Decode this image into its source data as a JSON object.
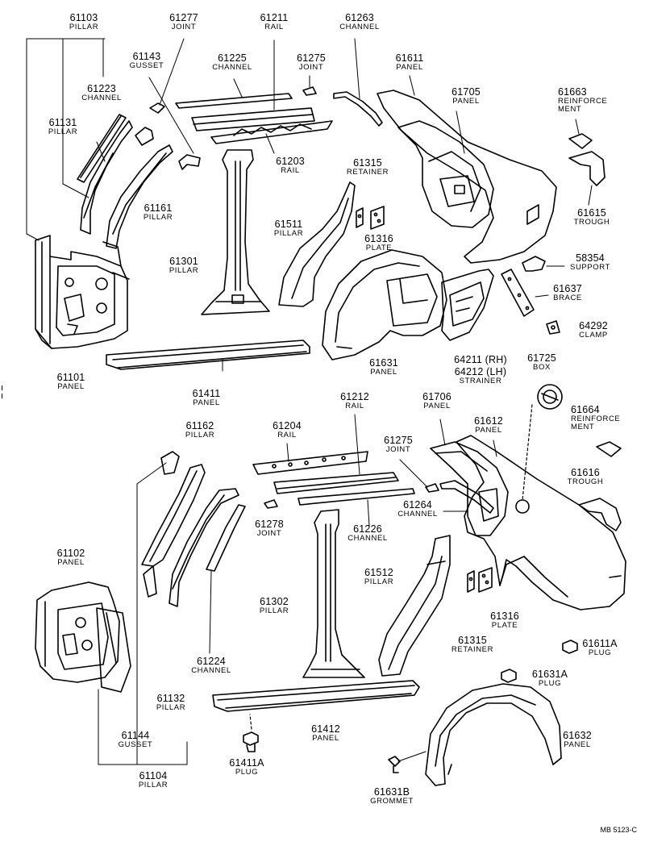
{
  "diagram_ref": "MB 5123-C",
  "callouts": [
    {
      "id": "61103",
      "number": "61103",
      "name": "PILLAR"
    },
    {
      "id": "61277",
      "number": "61277",
      "name": "JOINT"
    },
    {
      "id": "61211",
      "number": "61211",
      "name": "RAIL"
    },
    {
      "id": "61263",
      "number": "61263",
      "name": "CHANNEL"
    },
    {
      "id": "61143",
      "number": "61143",
      "name": "GUSSET"
    },
    {
      "id": "61225",
      "number": "61225",
      "name": "CHANNEL"
    },
    {
      "id": "61275a",
      "number": "61275",
      "name": "JOINT"
    },
    {
      "id": "61611",
      "number": "61611",
      "name": "PANEL"
    },
    {
      "id": "61223",
      "number": "61223",
      "name": "CHANNEL"
    },
    {
      "id": "61705",
      "number": "61705",
      "name": "PANEL"
    },
    {
      "id": "61663",
      "number": "61663",
      "name": "REINFORCE MENT"
    },
    {
      "id": "61131",
      "number": "61131",
      "name": "PILLAR"
    },
    {
      "id": "61203",
      "number": "61203",
      "name": "RAIL"
    },
    {
      "id": "61315a",
      "number": "61315",
      "name": "RETAINER"
    },
    {
      "id": "61161",
      "number": "61161",
      "name": "PILLAR"
    },
    {
      "id": "61615",
      "number": "61615",
      "name": "TROUGH"
    },
    {
      "id": "61511",
      "number": "61511",
      "name": "PILLAR"
    },
    {
      "id": "61316a",
      "number": "61316",
      "name": "PLATE"
    },
    {
      "id": "58354",
      "number": "58354",
      "name": "SUPPORT"
    },
    {
      "id": "61301",
      "number": "61301",
      "name": "PILLAR"
    },
    {
      "id": "61637",
      "number": "61637",
      "name": "BRACE"
    },
    {
      "id": "64292",
      "number": "64292",
      "name": "CLAMP"
    },
    {
      "id": "61631",
      "number": "61631",
      "name": "PANEL"
    },
    {
      "id": "64211",
      "number": "64211 (RH)",
      "name": ""
    },
    {
      "id": "64212",
      "number": "64212 (LH)",
      "name": "STRAINER"
    },
    {
      "id": "61725",
      "number": "61725",
      "name": "BOX"
    },
    {
      "id": "61101",
      "number": "61101",
      "name": "PANEL"
    },
    {
      "id": "61411",
      "number": "61411",
      "name": "PANEL"
    },
    {
      "id": "61212",
      "number": "61212",
      "name": "RAIL"
    },
    {
      "id": "61706",
      "number": "61706",
      "name": "PANEL"
    },
    {
      "id": "61664",
      "number": "61664",
      "name": "REINFORCE MENT"
    },
    {
      "id": "61162",
      "number": "61162",
      "name": "PILLAR"
    },
    {
      "id": "61204",
      "number": "61204",
      "name": "RAIL"
    },
    {
      "id": "61612",
      "number": "61612",
      "name": "PANEL"
    },
    {
      "id": "61275b",
      "number": "61275",
      "name": "JOINT"
    },
    {
      "id": "61616",
      "number": "61616",
      "name": "TROUGH"
    },
    {
      "id": "61264",
      "number": "61264",
      "name": "CHANNEL"
    },
    {
      "id": "61278",
      "number": "61278",
      "name": "JOINT"
    },
    {
      "id": "61226",
      "number": "61226",
      "name": "CHANNEL"
    },
    {
      "id": "61102",
      "number": "61102",
      "name": "PANEL"
    },
    {
      "id": "61512",
      "number": "61512",
      "name": "PILLAR"
    },
    {
      "id": "61302",
      "number": "61302",
      "name": "PILLAR"
    },
    {
      "id": "61316b",
      "number": "61316",
      "name": "PLATE"
    },
    {
      "id": "61315b",
      "number": "61315",
      "name": "RETAINER"
    },
    {
      "id": "61611A",
      "number": "61611A",
      "name": "PLUG"
    },
    {
      "id": "61224",
      "number": "61224",
      "name": "CHANNEL"
    },
    {
      "id": "61631A",
      "number": "61631A",
      "name": "PLUG"
    },
    {
      "id": "61132",
      "number": "61132",
      "name": "PILLAR"
    },
    {
      "id": "61412",
      "number": "61412",
      "name": "PANEL"
    },
    {
      "id": "61632",
      "number": "61632",
      "name": "PANEL"
    },
    {
      "id": "61144",
      "number": "61144",
      "name": "GUSSET"
    },
    {
      "id": "61411A",
      "number": "61411A",
      "name": "PLUG"
    },
    {
      "id": "61104",
      "number": "61104",
      "name": "PILLAR"
    },
    {
      "id": "61631B",
      "number": "61631B",
      "name": "GROMMET"
    }
  ]
}
